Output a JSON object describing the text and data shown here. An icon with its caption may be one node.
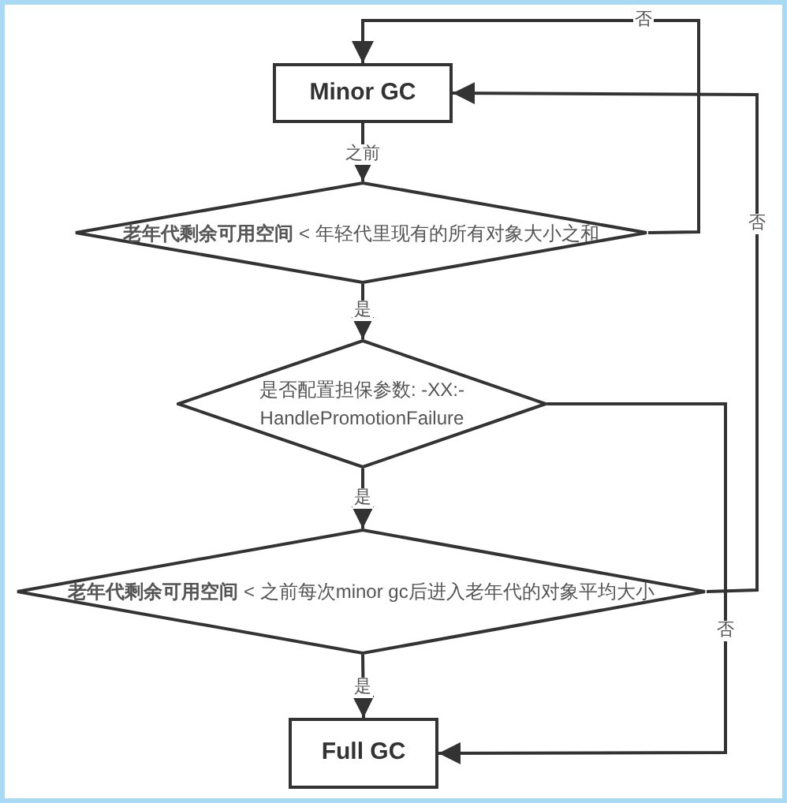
{
  "diagram": {
    "nodes": [
      {
        "text": [
          "Minor GC"
        ]
      },
      {
        "text": [
          "**老年代剩余可用空间** < 年轻代里现有的所有对象大小之和"
        ]
      },
      {
        "text": [
          "是否配置担保参数: -XX:-HandlePromotionFailure"
        ]
      },
      {
        "text": [
          "**老年代剩余可用空间** < 之前每次minor gc后进入老年代的对象平均大小"
        ]
      },
      {
        "text": [
          "Full GC"
        ]
      }
    ],
    "edges": [
      {
        "from": 0,
        "to": 1,
        "arrow": "to",
        "label": "之前"
      },
      {
        "from": 1,
        "to": 2,
        "arrow": "to",
        "label": "是"
      },
      {
        "from": 1,
        "to": 0,
        "arrow": "to",
        "label": "否"
      },
      {
        "from": 2,
        "to": 3,
        "arrow": "to",
        "label": "是"
      },
      {
        "from": 2,
        "to": 4,
        "arrow": "to",
        "label": "否"
      },
      {
        "from": 3,
        "to": 4,
        "arrow": "to",
        "label": "是"
      },
      {
        "from": 3,
        "to": 0,
        "arrow": "to",
        "label": "否"
      }
    ]
  }
}
